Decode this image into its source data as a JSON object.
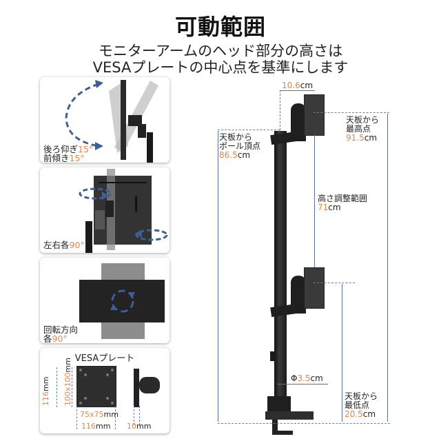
{
  "header": {
    "title": "可動範囲",
    "subtitle_line1": "モニターアームのヘッド部分の高さは",
    "subtitle_line2": "VESAプレートの中心点を基準にします"
  },
  "panels": [
    {
      "id": "tilt",
      "label_line1": "後ろ仰ぎ",
      "value1": "15°",
      "label_line2": "前傾き",
      "value2": "15°",
      "icon": "tilt-arrow-icon"
    },
    {
      "id": "swivel",
      "label_line1": "左右各",
      "value1": "90°",
      "icon": "swivel-arrow-icon"
    },
    {
      "id": "rotate",
      "label_line1": "回転方向",
      "label_line2": "各",
      "value2": "90°",
      "icon": "rotate-arrow-icon"
    },
    {
      "id": "vesa",
      "title": "VESAプレート",
      "dim_height_outer": {
        "value": "116",
        "unit": "mm"
      },
      "dim_height_inner": {
        "value": "100x100",
        "unit": "mm"
      },
      "dim_inner": {
        "value": "75x75",
        "unit": "mm"
      },
      "dim_width": {
        "value": "116",
        "unit": "mm"
      },
      "dim_depth": {
        "value": "10",
        "unit": "mm"
      }
    }
  ],
  "dimensions": {
    "arm_reach": {
      "value": "10.6",
      "unit": "cm"
    },
    "pole_top": {
      "label_line1": "天板から",
      "label_line2": "ポール頂点",
      "value": "86.5",
      "unit": "cm"
    },
    "max_height": {
      "label_line1": "天板から",
      "label_line2": "最高点",
      "value": "91.5",
      "unit": "cm"
    },
    "adjust_range": {
      "label_line1": "高さ調整範囲",
      "value": "71",
      "unit": "cm"
    },
    "pole_diameter": {
      "prefix": "Φ",
      "value": "3.5",
      "unit": "cm"
    },
    "min_height": {
      "label_line1": "天板から",
      "label_line2": "最低点",
      "value": "20.5",
      "unit": "cm"
    }
  },
  "colors": {
    "accent_orange": "#e0874a",
    "dim_line_blue": "#5a6f94",
    "arrow_blue": "#3e5f96"
  }
}
